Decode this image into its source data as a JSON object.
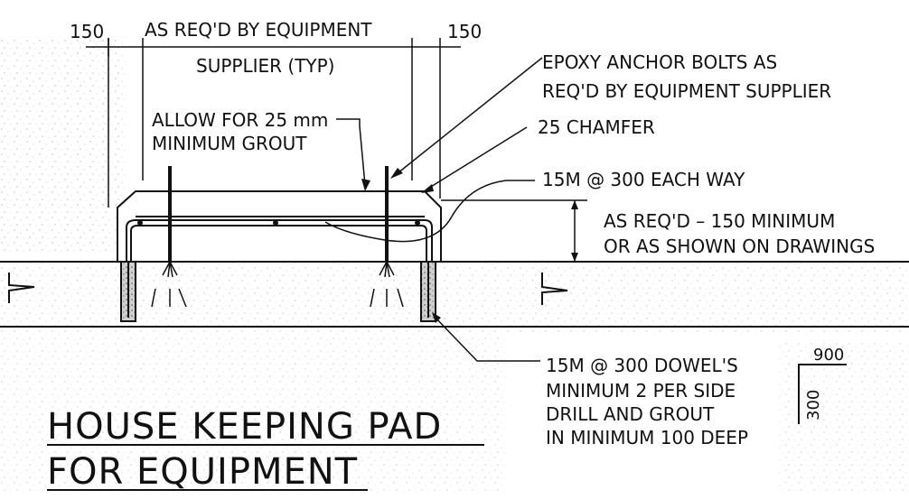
{
  "drawing": {
    "dim_left": "150",
    "dim_right": "150",
    "dim_center_line1": "AS REQ'D BY EQUIPMENT",
    "dim_center_line2": "SUPPLIER (TYP)",
    "note_anchor_line1": "EPOXY ANCHOR BOLTS AS",
    "note_anchor_line2": "REQ'D BY EQUIPMENT SUPPLIER",
    "note_grout_line1": "ALLOW FOR 25 mm",
    "note_grout_line2": "MINIMUM GROUT",
    "note_chamfer": "25 CHAMFER",
    "note_rebar": "15M @ 300 EACH WAY",
    "note_thickness_line1": "AS REQ'D – 150 MINIMUM",
    "note_thickness_line2": "OR AS SHOWN ON DRAWINGS",
    "note_dowel_line1": "15M @ 300 DOWEL'S",
    "note_dowel_line2": "MINIMUM 2 PER SIDE",
    "note_dowel_line3": "DRILL AND GROUT",
    "note_dowel_line4": "IN MINIMUM 100 DEEP",
    "hook_length": "900",
    "hook_height": "300",
    "title_line1": "HOUSE KEEPING PAD",
    "title_line2": "FOR EQUIPMENT"
  }
}
